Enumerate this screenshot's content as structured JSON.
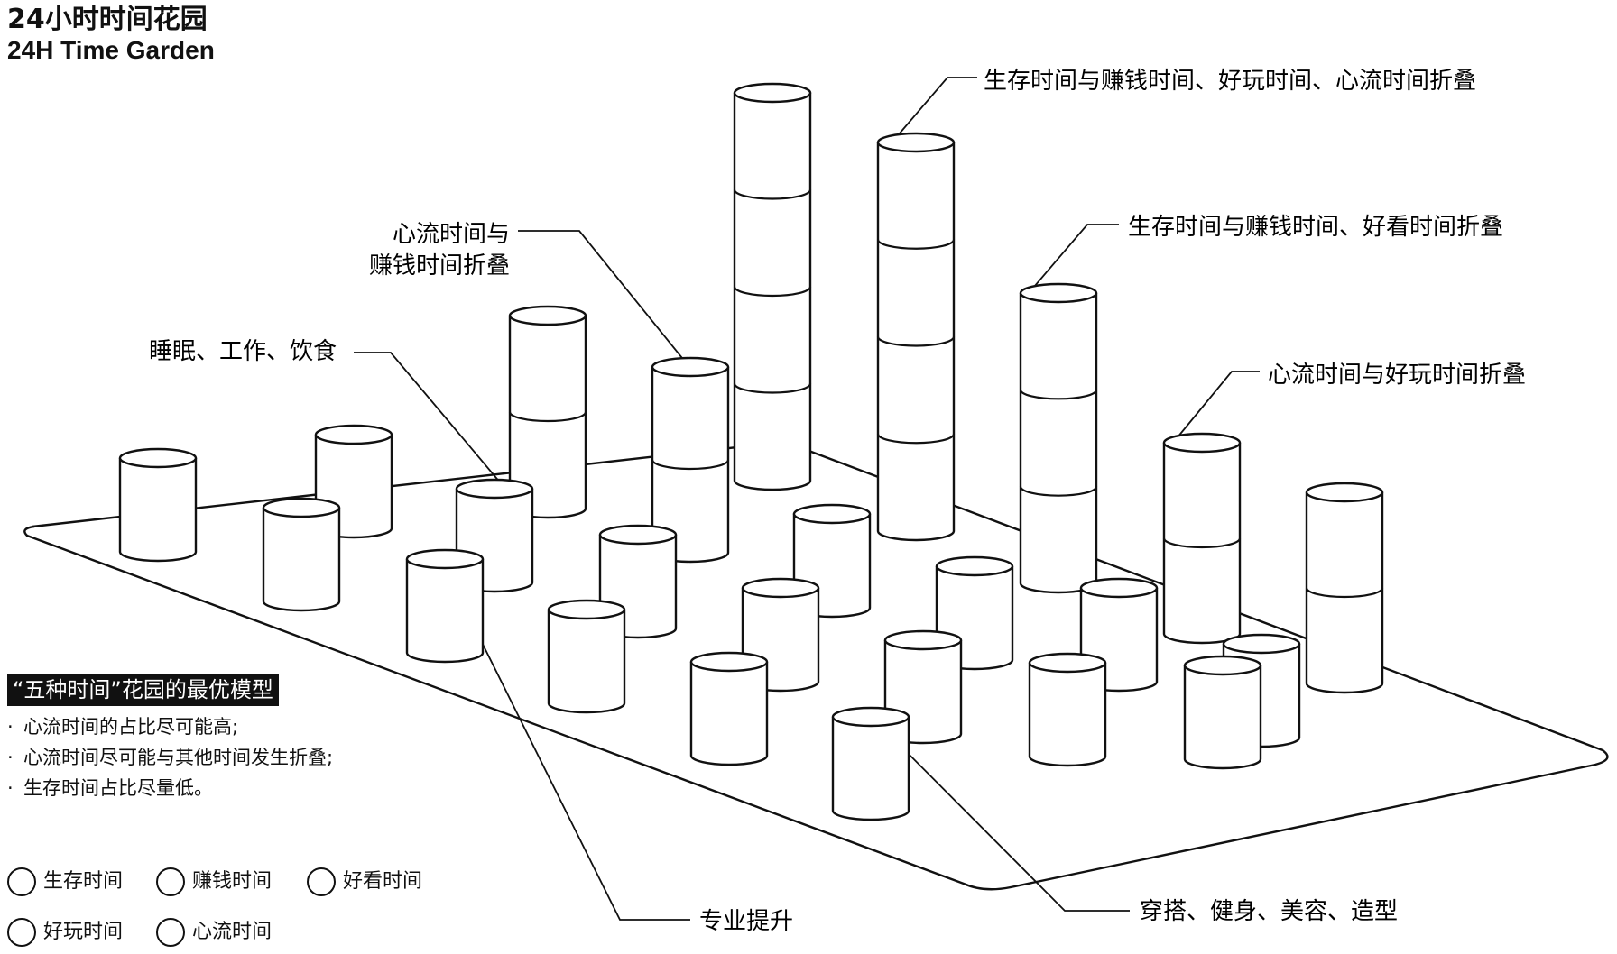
{
  "header": {
    "title_cn": "24小时时间花园",
    "title_en": "24H Time Garden"
  },
  "model": {
    "title": "“五种时间”花园的最优模型",
    "bullets": [
      "心流时间的占比尽可能高;",
      "心流时间尽可能与其他时间发生折叠;",
      "生存时间占比尽量低。"
    ],
    "bullet_mark": "·"
  },
  "legend": {
    "items": [
      {
        "label": "生存时间"
      },
      {
        "label": "赚钱时间"
      },
      {
        "label": "好看时间"
      },
      {
        "label": "好玩时间"
      },
      {
        "label": "心流时间"
      }
    ]
  },
  "diagram": {
    "colors": {
      "stroke": "#111111",
      "fill": "#ffffff"
    },
    "annotations": {
      "fold_survival_money_play_flow": "生存时间与赚钱时间、好玩时间、心流时间折叠",
      "fold_survival_money_looks": "生存时间与赚钱时间、好看时间折叠",
      "fold_flow_play": "心流时间与好玩时间折叠",
      "fold_flow_money_line1": "心流时间与",
      "fold_flow_money_line2": "赚钱时间折叠",
      "sleep_work_food": "睡眠、工作、饮食",
      "professional_growth": "专业提升",
      "styling_fitness_beauty": "穿搭、健身、美容、造型"
    }
  }
}
